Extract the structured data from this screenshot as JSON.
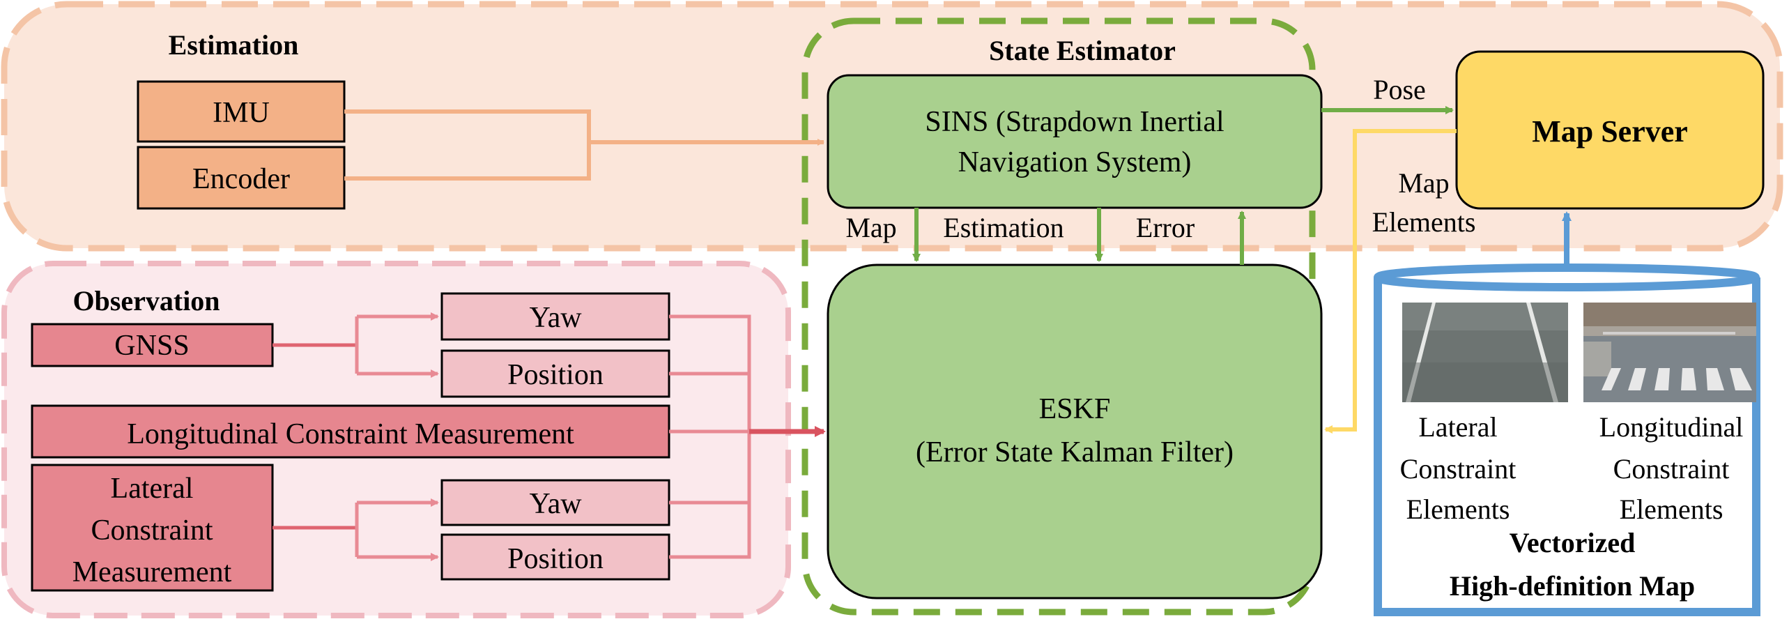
{
  "regions": {
    "estimation": "Estimation",
    "state_estimator": "State Estimator",
    "observation": "Observation"
  },
  "estimation": {
    "imu": "IMU",
    "encoder": "Encoder"
  },
  "sins": {
    "line1": "SINS (Strapdown Inertial",
    "line2": "Navigation System)"
  },
  "eskf": {
    "line1": "ESKF",
    "line2": "(Error State Kalman Filter)"
  },
  "map_server": "Map Server",
  "arrows": {
    "pose": "Pose",
    "map_elements_line1": "Map",
    "map_elements_line2": "Elements",
    "map_estimation_line1": "Map",
    "map_estimation_line2": "Estimation",
    "error": "Error"
  },
  "observation": {
    "gnss": "GNSS",
    "gnss_yaw": "Yaw",
    "gnss_position": "Position",
    "longitudinal": "Longitudinal Constraint Measurement",
    "lateral_line1": "Lateral",
    "lateral_line2": "Constraint",
    "lateral_line3": "Measurement",
    "lateral_yaw": "Yaw",
    "lateral_position": "Position"
  },
  "hd_map": {
    "lateral_line1": "Lateral",
    "lateral_line2": "Constraint",
    "lateral_line3": "Elements",
    "longitudinal_line1": "Longitudinal",
    "longitudinal_line2": "Constraint",
    "longitudinal_line3": "Elements",
    "title_line1": "Vectorized",
    "title_line2": "High-definition Map"
  },
  "colors": {
    "estimation_bg": "#fbe6da",
    "estimation_border": "#f4c4a6",
    "orange_box": "#f3b187",
    "orange_line": "#f3b187",
    "observation_bg": "#fbe9ec",
    "observation_border": "#efb8c0",
    "red_box": "#e6868f",
    "pink_box": "#f2c1c7",
    "red_line": "#df6470",
    "green_box": "#a9d08e",
    "green_dash": "#7aab3c",
    "green_line": "#70ad47",
    "yellow_box": "#fed966",
    "yellow_line": "#fed966",
    "blue": "#5b9bd5"
  }
}
